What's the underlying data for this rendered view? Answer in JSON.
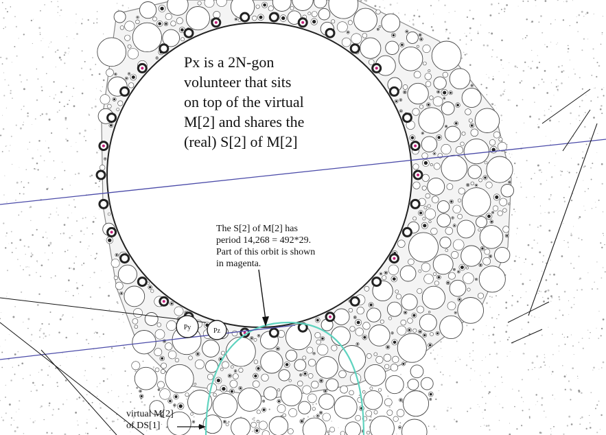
{
  "labels": {
    "main": [
      "Px is a 2N-gon",
      "volunteer that sits",
      "on top of the virtual",
      "M[2] and shares the",
      "(real) S[2] of M[2]"
    ],
    "period": [
      "The S[2] of M[2] has",
      "period 14,268 = 492*29.",
      "Part of this orbit is shown",
      "in magenta."
    ],
    "virtual": [
      "virtual M[2]",
      "of DS[1]"
    ],
    "py": "Py",
    "pz": "Pz"
  },
  "colors": {
    "background": "#ffffff",
    "ink": "#111111",
    "blue_line": "#4a4aa8",
    "cyan_arc": "#5fd3bf",
    "magenta_orbit": "#c2207a",
    "dark_ring": "#222222"
  }
}
